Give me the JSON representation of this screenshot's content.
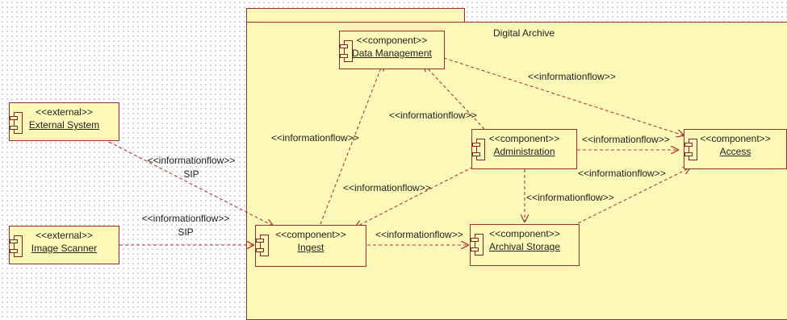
{
  "package": {
    "name": "Digital Archive"
  },
  "components": {
    "external_system": {
      "stereotype": "<<external>>",
      "name": "External System"
    },
    "image_scanner": {
      "stereotype": "<<external>>",
      "name": "Image Scanner"
    },
    "data_management": {
      "stereotype": "<<component>>",
      "name": "Data Management"
    },
    "administration": {
      "stereotype": "<<component>>",
      "name": "Administration"
    },
    "access": {
      "stereotype": "<<component>>",
      "name": "Access"
    },
    "ingest": {
      "stereotype": "<<component>>",
      "name": "Ingest"
    },
    "archival_storage": {
      "stereotype": "<<component>>",
      "name": "Archival Storage"
    }
  },
  "flows": {
    "ext_to_ingest": {
      "label": "<<informationflow>>",
      "sublabel": "SIP"
    },
    "scanner_to_ingest": {
      "label": "<<informationflow>>",
      "sublabel": "SIP"
    },
    "ingest_to_datamgmt": {
      "label": "<<informationflow>>"
    },
    "admin_to_datamgmt": {
      "label": "<<informationflow>>"
    },
    "datamgmt_to_access": {
      "label": "<<informationflow>>"
    },
    "admin_to_access": {
      "label": "<<informationflow>>"
    },
    "admin_to_ingest": {
      "label": "<<informationflow>>"
    },
    "admin_to_storage": {
      "label": "<<informationflow>>"
    },
    "storage_to_access": {
      "label": "<<informationflow>>"
    },
    "ingest_to_storage": {
      "label": "<<informationflow>>"
    }
  },
  "colors": {
    "fill": "#fcf9b8",
    "border": "#9a2f2f",
    "line": "#b23a3a"
  }
}
